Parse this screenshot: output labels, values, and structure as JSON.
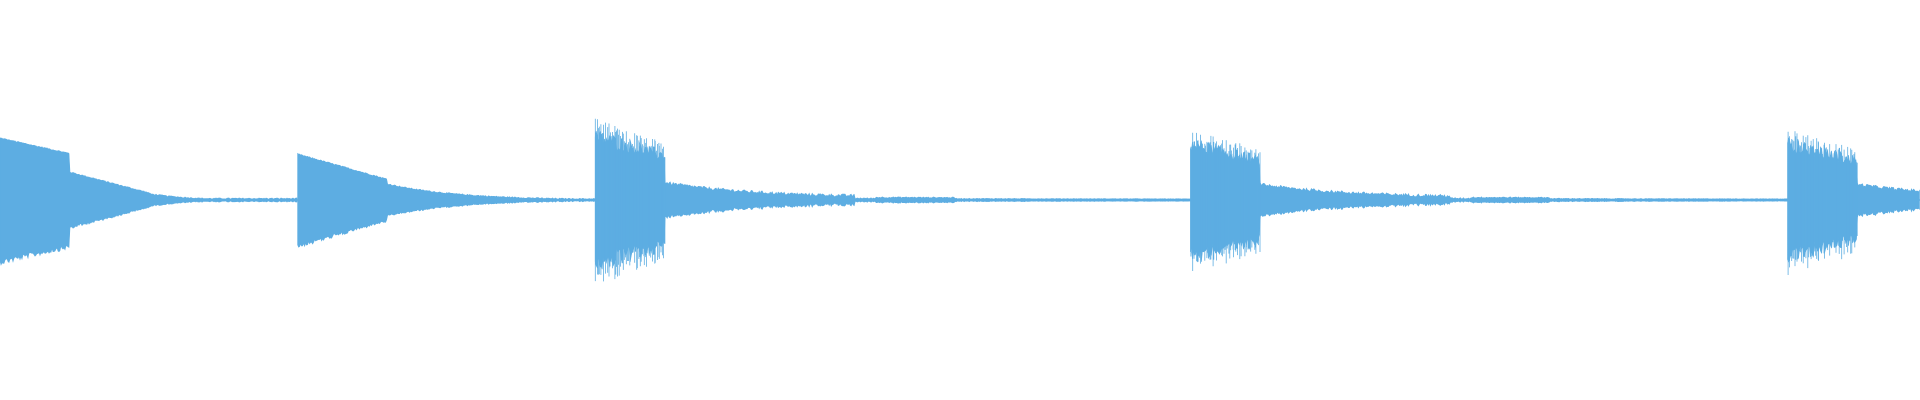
{
  "waveform": {
    "color": "#5dade2",
    "background": "#ffffff",
    "description_note": "",
    "segments": [
      {
        "onset": 0.0,
        "peak": 0.155,
        "decay": "slow",
        "style": "smooth"
      },
      {
        "onset": 0.155,
        "peak": 0.115,
        "decay": "slow",
        "style": "smooth"
      },
      {
        "onset": 0.31,
        "peak": 0.17,
        "decay": "long",
        "style": "noisy"
      },
      {
        "onset": 0.62,
        "peak": 0.15,
        "decay": "long",
        "style": "noisy"
      },
      {
        "onset": 0.931,
        "peak": 0.15,
        "decay": "long",
        "style": "noisy"
      }
    ]
  }
}
